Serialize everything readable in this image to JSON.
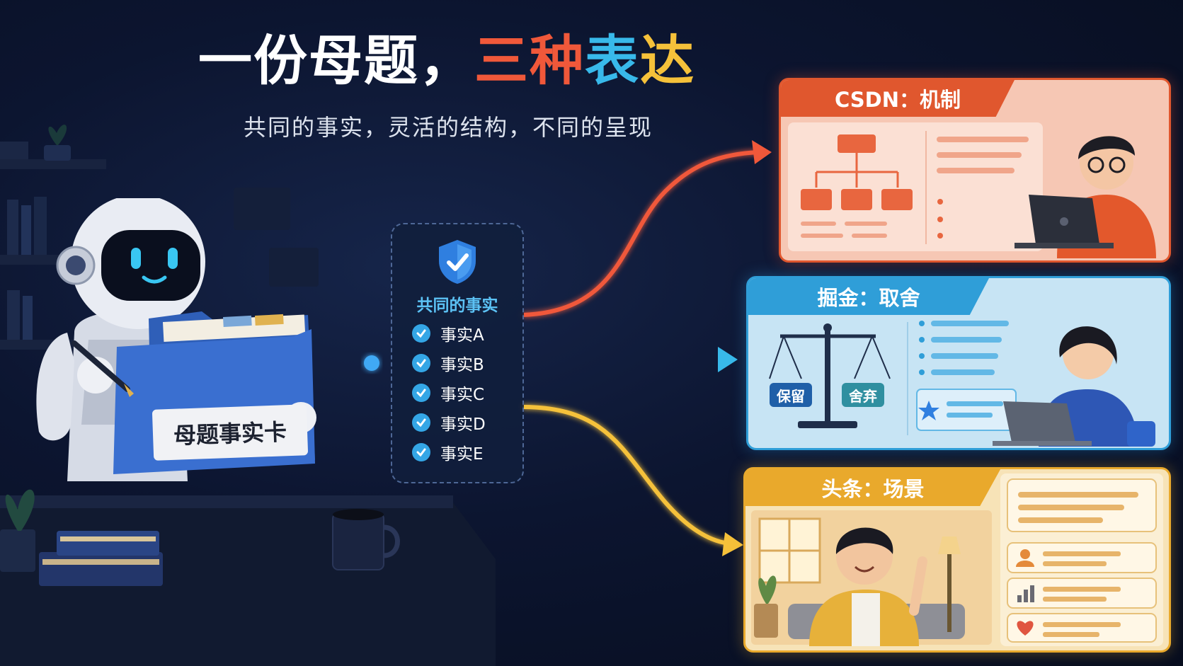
{
  "title": {
    "part1": "一份母题，",
    "part2": "三种",
    "part3": "表",
    "part4": "达"
  },
  "subtitle": "共同的事实，灵活的结构，不同的呈现",
  "folder": {
    "label": "母题事实卡"
  },
  "facts": {
    "title": "共同的事实",
    "items": [
      "事实A",
      "事实B",
      "事实C",
      "事实D",
      "事实E"
    ]
  },
  "cards": {
    "csdn": {
      "title": "CSDN：机制"
    },
    "juejin": {
      "title": "掘金：取舍",
      "keep": "保留",
      "discard": "舍弃"
    },
    "toutiao": {
      "title": "头条：场景"
    }
  },
  "colors": {
    "csdn": "#e0572e",
    "juejin": "#2f9ed8",
    "toutiao": "#e9a92c",
    "accent_blue": "#38b9ea"
  },
  "icons": [
    "shield-check-icon",
    "check-icon",
    "scale-icon",
    "star-icon",
    "user-icon",
    "bar-chart-icon",
    "heart-icon",
    "laptop-icon",
    "robot-icon",
    "folder-icon"
  ]
}
